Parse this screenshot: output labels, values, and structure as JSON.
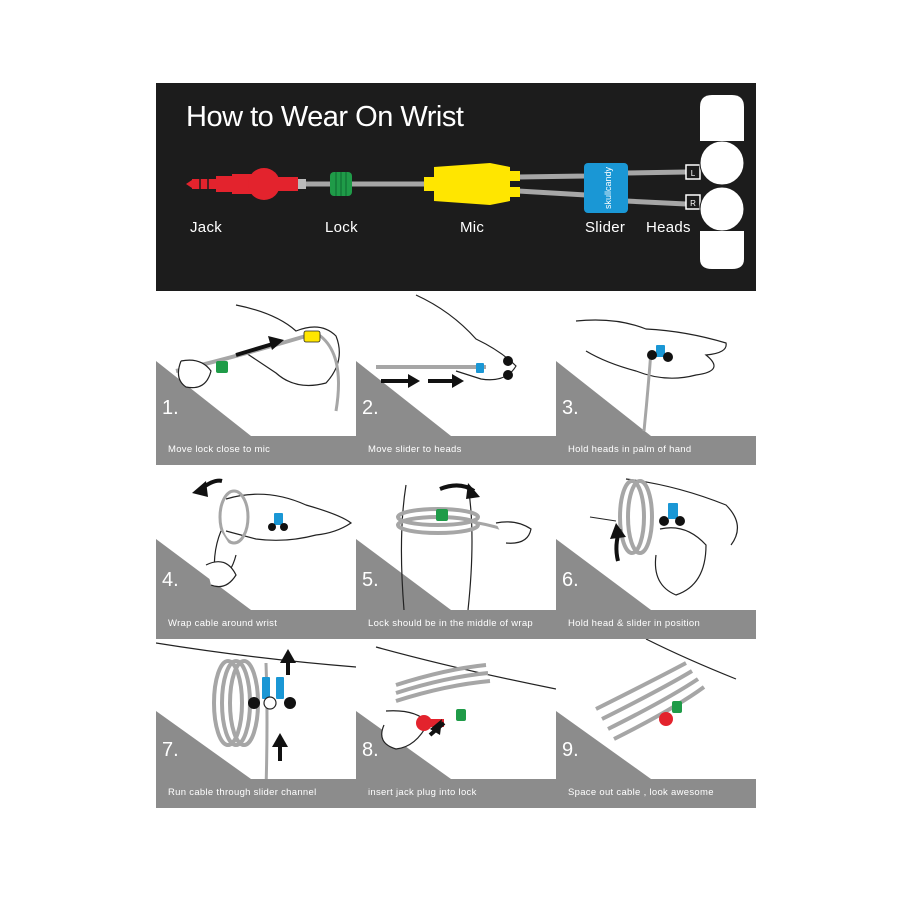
{
  "banner": {
    "title": "How to Wear On Wrist",
    "parts": [
      "Jack",
      "Lock",
      "Mic",
      "Slider",
      "Heads"
    ],
    "slider_brand": "skullcandy",
    "ear_labels": [
      "L",
      "R"
    ]
  },
  "steps": [
    {
      "number": "1.",
      "caption": "Move lock close to mic"
    },
    {
      "number": "2.",
      "caption": "Move slider to heads"
    },
    {
      "number": "3.",
      "caption": "Hold heads in palm of hand"
    },
    {
      "number": "4.",
      "caption": "Wrap cable around wrist"
    },
    {
      "number": "5.",
      "caption": "Lock should be in the middle of wrap"
    },
    {
      "number": "6.",
      "caption": "Hold head & slider in position"
    },
    {
      "number": "7.",
      "caption": "Run cable through slider channel"
    },
    {
      "number": "8.",
      "caption": "insert jack plug into lock"
    },
    {
      "number": "9.",
      "caption": "Space out cable , look awesome"
    }
  ],
  "colors": {
    "jack": "#e3232d",
    "lock": "#1f9b48",
    "mic": "#ffe600",
    "slider": "#1a97d5",
    "cable": "#a6a6a6",
    "panel_gray": "#8c8c8c",
    "banner_bg": "#1c1c1c"
  }
}
